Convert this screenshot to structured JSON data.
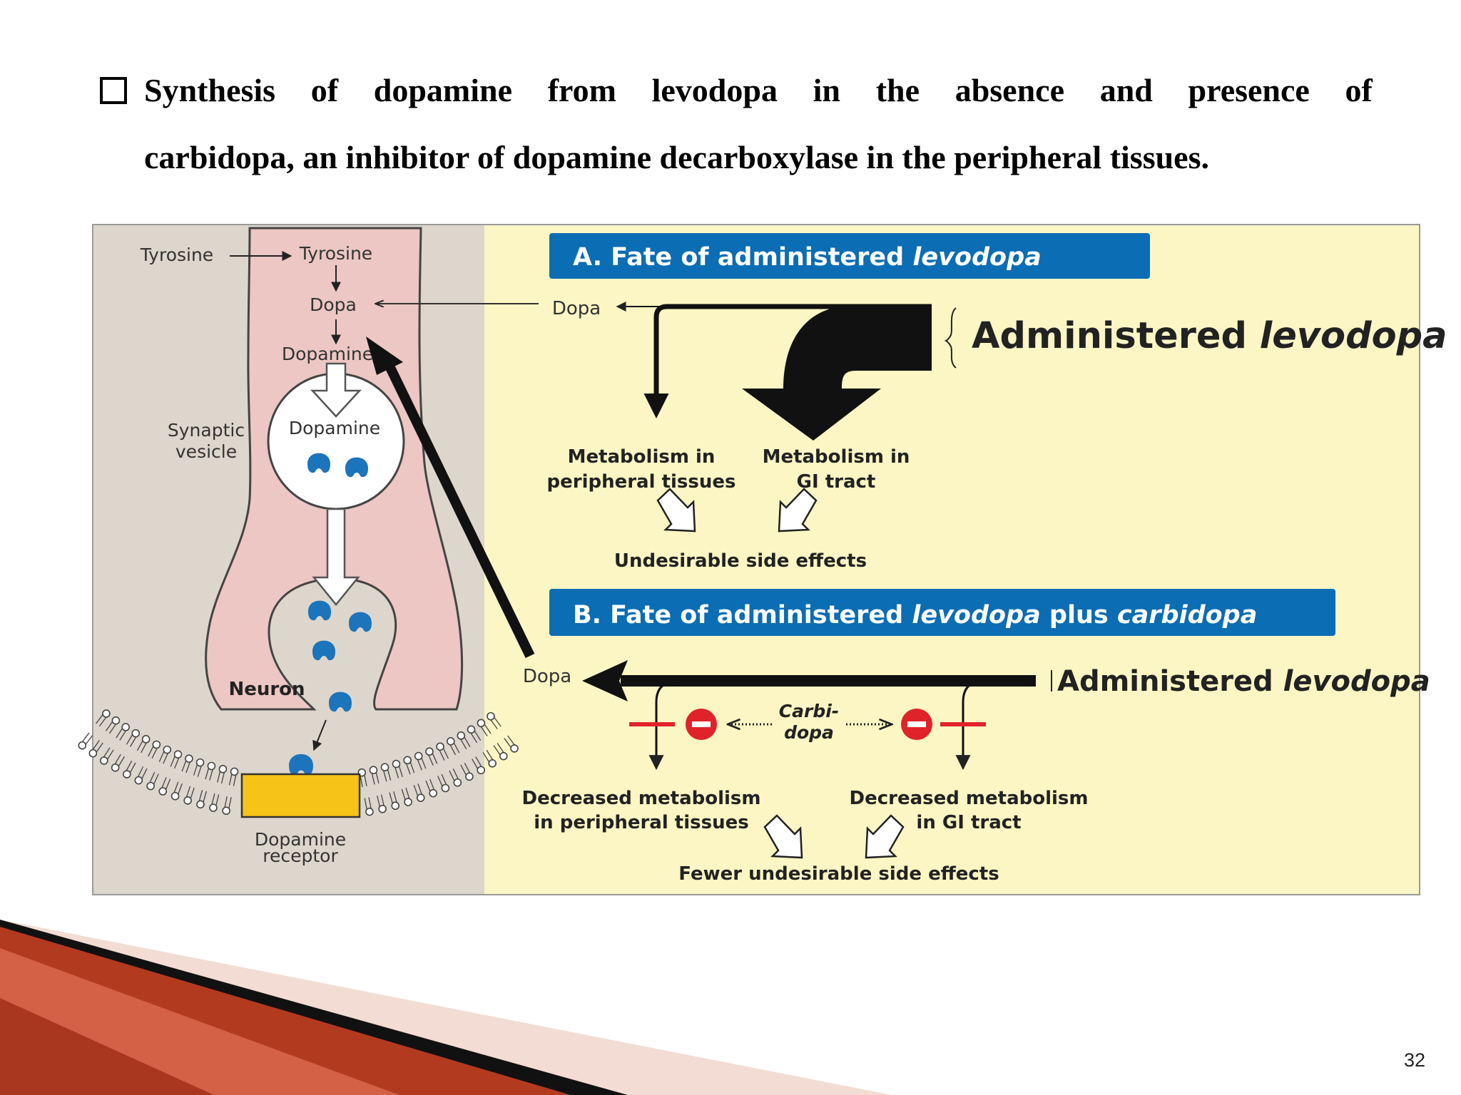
{
  "title": {
    "line1": "Synthesis of dopamine from levodopa in the absence and presence of",
    "line2": "carbidopa, an inhibitor of dopamine decarboxylase in the peripheral tissues."
  },
  "page_number": "32",
  "neuron_panel": {
    "tyrosine_outside": "Tyrosine",
    "tyrosine_inside": "Tyrosine",
    "dopa": "Dopa",
    "dopamine": "Dopamine",
    "vesicle_label": "Dopamine",
    "synaptic_vesicle_line1": "Synaptic",
    "synaptic_vesicle_line2": "vesicle",
    "neuron": "Neuron",
    "receptor_line1": "Dopamine",
    "receptor_line2": "receptor"
  },
  "panel_a": {
    "header_prefix": "A. Fate of administered ",
    "header_italic": "levodopa",
    "dopa": "Dopa",
    "administered_prefix": "Administered ",
    "administered_italic": "levodopa",
    "peripheral_line1": "Metabolism in",
    "peripheral_line2": "peripheral tissues",
    "gi_line1": "Metabolism in",
    "gi_line2": "GI tract",
    "side_effects": "Undesirable side effects"
  },
  "panel_b": {
    "header_prefix": "B. Fate of administered ",
    "header_italic1": "levodopa",
    "header_mid": " plus ",
    "header_italic2": "carbidopa",
    "dopa": "Dopa",
    "administered_prefix": "Administered ",
    "administered_italic": "levodopa",
    "carbidopa_line1": "Carbi-",
    "carbidopa_line2": "dopa",
    "peripheral_line1": "Decreased metabolism",
    "peripheral_line2": "in peripheral tissues",
    "gi_line1": "Decreased metabolism",
    "gi_line2": "in GI tract",
    "side_effects": "Fewer undesirable side effects"
  },
  "colors": {
    "neuron_bg": "#ddd6cc",
    "neuron_fill": "#ecc7c3",
    "panel_bg": "#fbf6c4",
    "header_blue": "#0b6db3",
    "dopamine_blue": "#1c74bb",
    "receptor_yellow": "#f6c416",
    "inhibit_red": "#e0232b",
    "deco_red": "#b23a1f"
  }
}
